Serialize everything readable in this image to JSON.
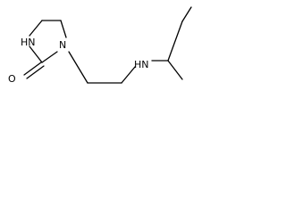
{
  "molecule": {
    "atom_labels": {
      "ring_nh": "HN",
      "carbonyl_o": "O",
      "ring_n": "N",
      "chain_nh": "HN"
    }
  }
}
